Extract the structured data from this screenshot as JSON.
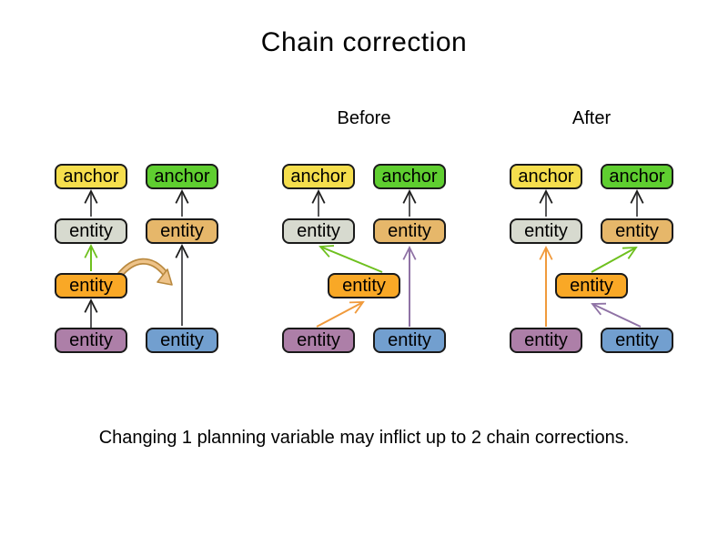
{
  "title": "Chain correction",
  "caption": "Changing 1 planning variable may inflict up to 2 chain corrections.",
  "nodes": {
    "anchor_label": "anchor",
    "entity_label": "entity"
  },
  "colors": {
    "background": "#ffffff",
    "text": "#000000",
    "node_border": "#1a1a1a",
    "anchor_yellow": "#f5de4d",
    "anchor_green": "#5fce30",
    "entity_gray": "#d7dacf",
    "entity_tan": "#e6b76a",
    "entity_orange": "#f9a826",
    "entity_purple": "#ad7fa8",
    "entity_blue": "#729fcf",
    "arrow_gray_line": "#58585a",
    "arrow_gray_head": "#1c1c1c",
    "arrow_green": "#6ec01e",
    "arrow_orange": "#f09a3c",
    "arrow_purple": "#8f72a5",
    "move_arrow_fill": "#eec389",
    "move_arrow_outline": "#b9893f"
  },
  "diagram": {
    "groups": [
      {
        "title": "",
        "chains": [
          {
            "anchor": "yellow",
            "entities_bottom_to_top": [
              "purple",
              "orange",
              "gray"
            ],
            "arrow_colors_bottom_to_top": [
              "gray",
              "green",
              "gray"
            ]
          },
          {
            "anchor": "green",
            "entities_bottom_to_top": [
              "blue",
              "tan"
            ],
            "arrow_colors_bottom_to_top": [
              "gray",
              "gray"
            ]
          }
        ],
        "move": {
          "type": "curved-move-arrow",
          "from": "orange entity",
          "toward": "second chain",
          "color": "tan"
        }
      },
      {
        "title": "Before",
        "chains": [
          {
            "anchor": "yellow",
            "entities_bottom_to_top": [
              "purple",
              "orange",
              "gray"
            ],
            "arrow_colors_bottom_to_top": [
              "orange",
              "green",
              "gray"
            ]
          },
          {
            "anchor": "green",
            "entities_bottom_to_top": [
              "blue",
              "tan"
            ],
            "arrow_colors_bottom_to_top": [
              "purple",
              "gray"
            ]
          }
        ]
      },
      {
        "title": "After",
        "chains": [
          {
            "anchor": "yellow",
            "entities_bottom_to_top": [
              "purple",
              "gray"
            ],
            "arrow_colors_bottom_to_top": [
              "orange",
              "gray"
            ]
          },
          {
            "anchor": "green",
            "entities_bottom_to_top": [
              "blue",
              "orange",
              "tan"
            ],
            "arrow_colors_bottom_to_top": [
              "purple",
              "green",
              "gray"
            ]
          }
        ]
      }
    ]
  }
}
